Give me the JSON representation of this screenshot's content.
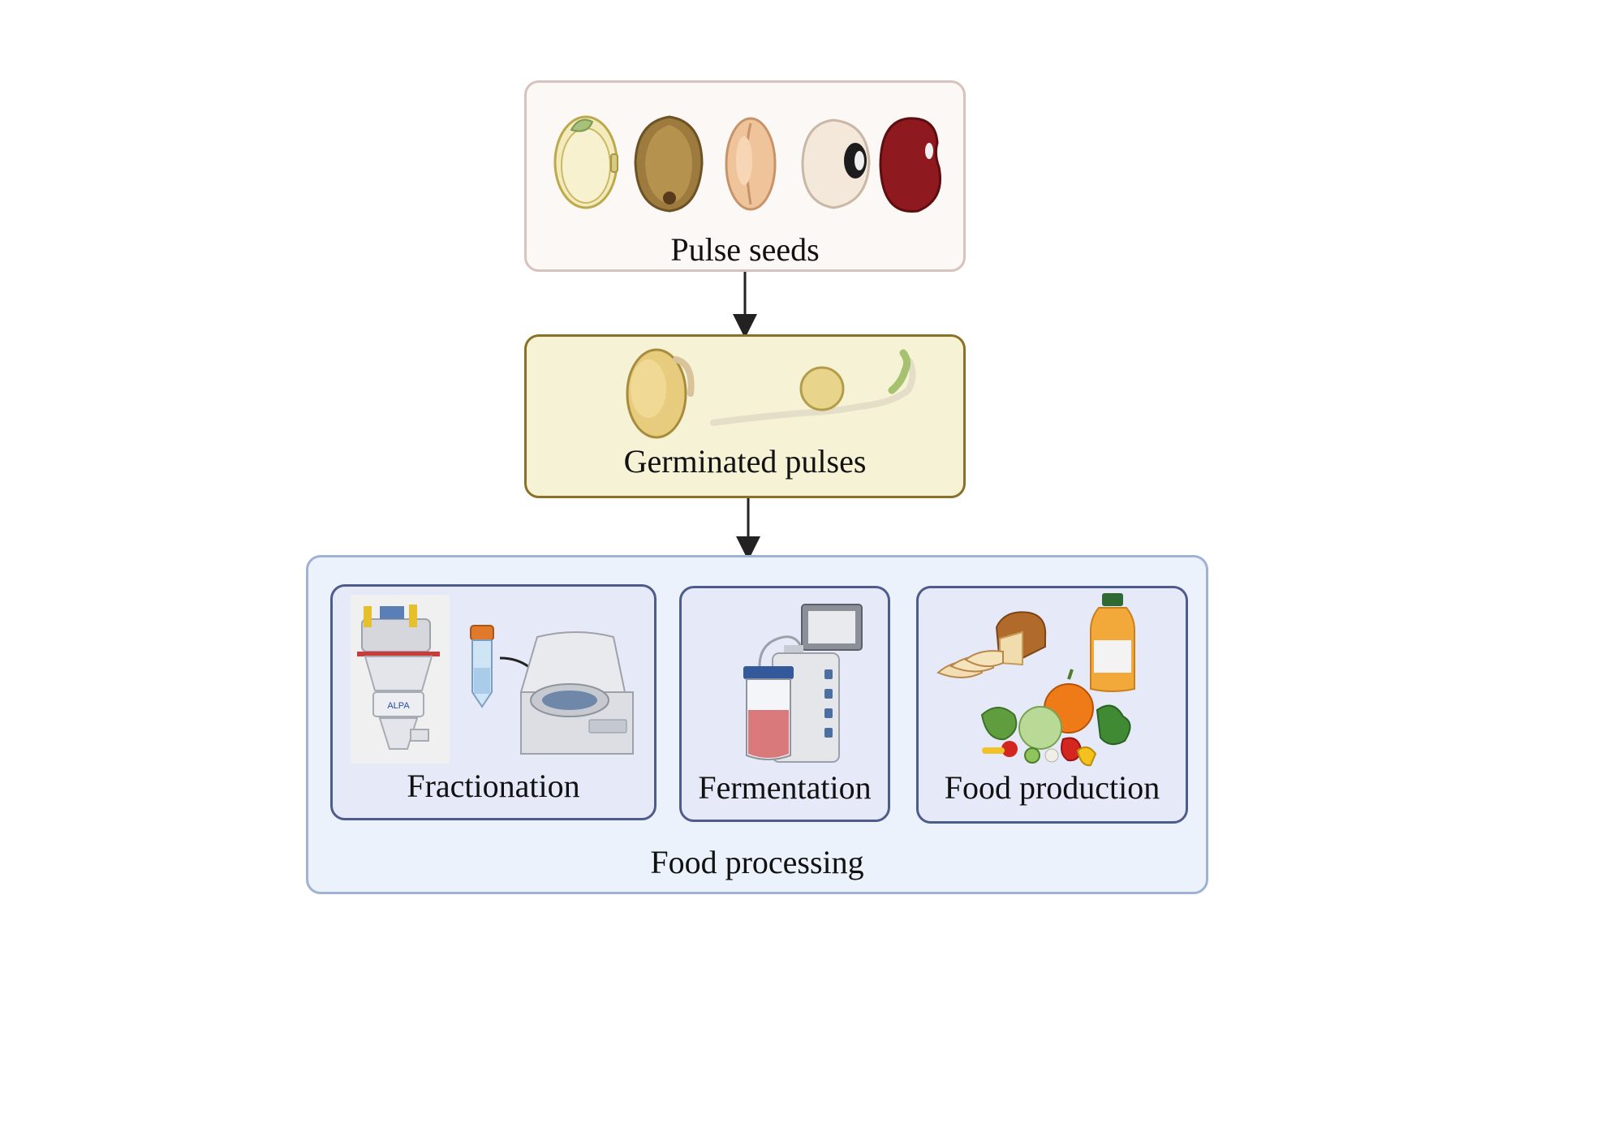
{
  "nodes": {
    "pulse_seeds": "Pulse seeds",
    "germinated_pulses": "Germinated pulses",
    "food_processing": "Food processing",
    "fractionation": "Fractionation",
    "fermentation": "Fermentation",
    "food_production": "Food production"
  },
  "machine_logo": "ALPA",
  "icons": {
    "seeds": [
      "pea-seed-icon",
      "chickpea-seed-icon",
      "peanut-seed-icon",
      "black-eyed-pea-icon",
      "kidney-bean-icon"
    ],
    "germination": [
      "sprouting-bean-icon",
      "seedling-icon"
    ],
    "fractionation": [
      "air-classifier-icon",
      "centrifuge-tube-icon",
      "centrifuge-icon"
    ],
    "fermentation": [
      "bioreactor-icon"
    ],
    "food": [
      "bread-icon",
      "juice-bottle-icon",
      "vegetables-icon"
    ]
  },
  "colors": {
    "pulse_box_fill": "#fcf8f5",
    "pulse_box_border": "#d6c3bd",
    "germ_box_fill": "#f5f2d5",
    "germ_box_border": "#8a7028",
    "proc_box_fill": "#ecf2fb",
    "proc_box_border": "#9fb2d3",
    "sub_box_fill": "#e6eaf8",
    "sub_box_border": "#4e5c8c"
  }
}
